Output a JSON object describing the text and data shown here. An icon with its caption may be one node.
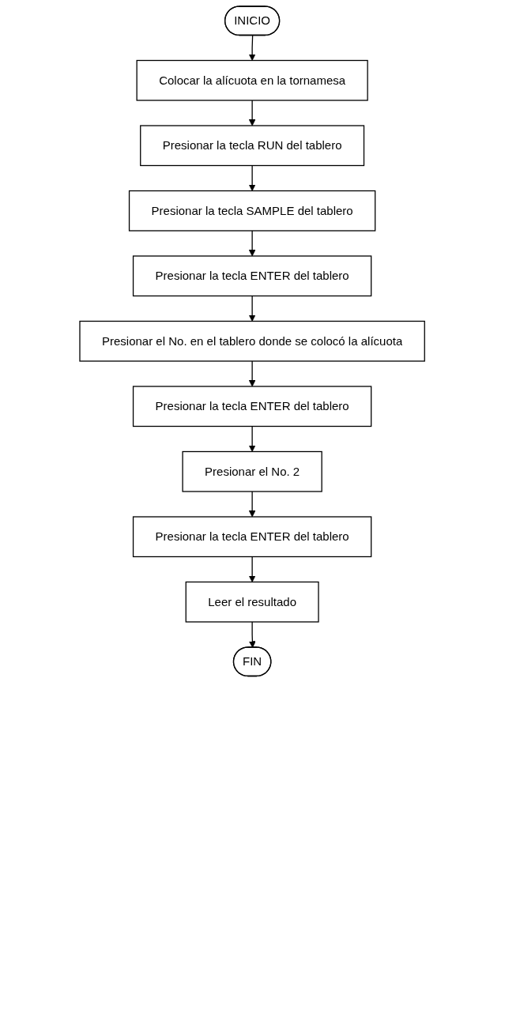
{
  "diagram": {
    "nodes": [
      {
        "text": [
          "INICIO"
        ]
      },
      {
        "text": [
          "Colocar la alícuota en la tornamesa"
        ]
      },
      {
        "text": [
          "Presionar la tecla RUN del tablero"
        ]
      },
      {
        "text": [
          "Presionar la tecla SAMPLE del tablero"
        ]
      },
      {
        "text": [
          "Presionar la tecla ENTER del tablero"
        ]
      },
      {
        "text": [
          "Presionar el No. en el tablero donde se colocó la alícuota"
        ]
      },
      {
        "text": [
          "Presionar la tecla ENTER del tablero"
        ]
      },
      {
        "text": [
          "Presionar el No. 2"
        ]
      },
      {
        "text": [
          "Presionar la tecla ENTER del tablero"
        ]
      },
      {
        "text": [
          "Leer el resultado"
        ]
      },
      {
        "text": [
          "FIN"
        ]
      }
    ],
    "edges": [
      {
        "from": 0,
        "to": 1,
        "arrow": "to"
      },
      {
        "from": 1,
        "to": 2,
        "arrow": "to"
      },
      {
        "from": 2,
        "to": 3,
        "arrow": "to"
      },
      {
        "from": 3,
        "to": 4,
        "arrow": "to"
      },
      {
        "from": 4,
        "to": 5,
        "arrow": "to"
      },
      {
        "from": 5,
        "to": 6,
        "arrow": "to"
      },
      {
        "from": 6,
        "to": 7,
        "arrow": "to"
      },
      {
        "from": 7,
        "to": 8,
        "arrow": "to"
      },
      {
        "from": 8,
        "to": 9,
        "arrow": "to"
      },
      {
        "from": 9,
        "to": 10,
        "arrow": "to"
      }
    ]
  }
}
